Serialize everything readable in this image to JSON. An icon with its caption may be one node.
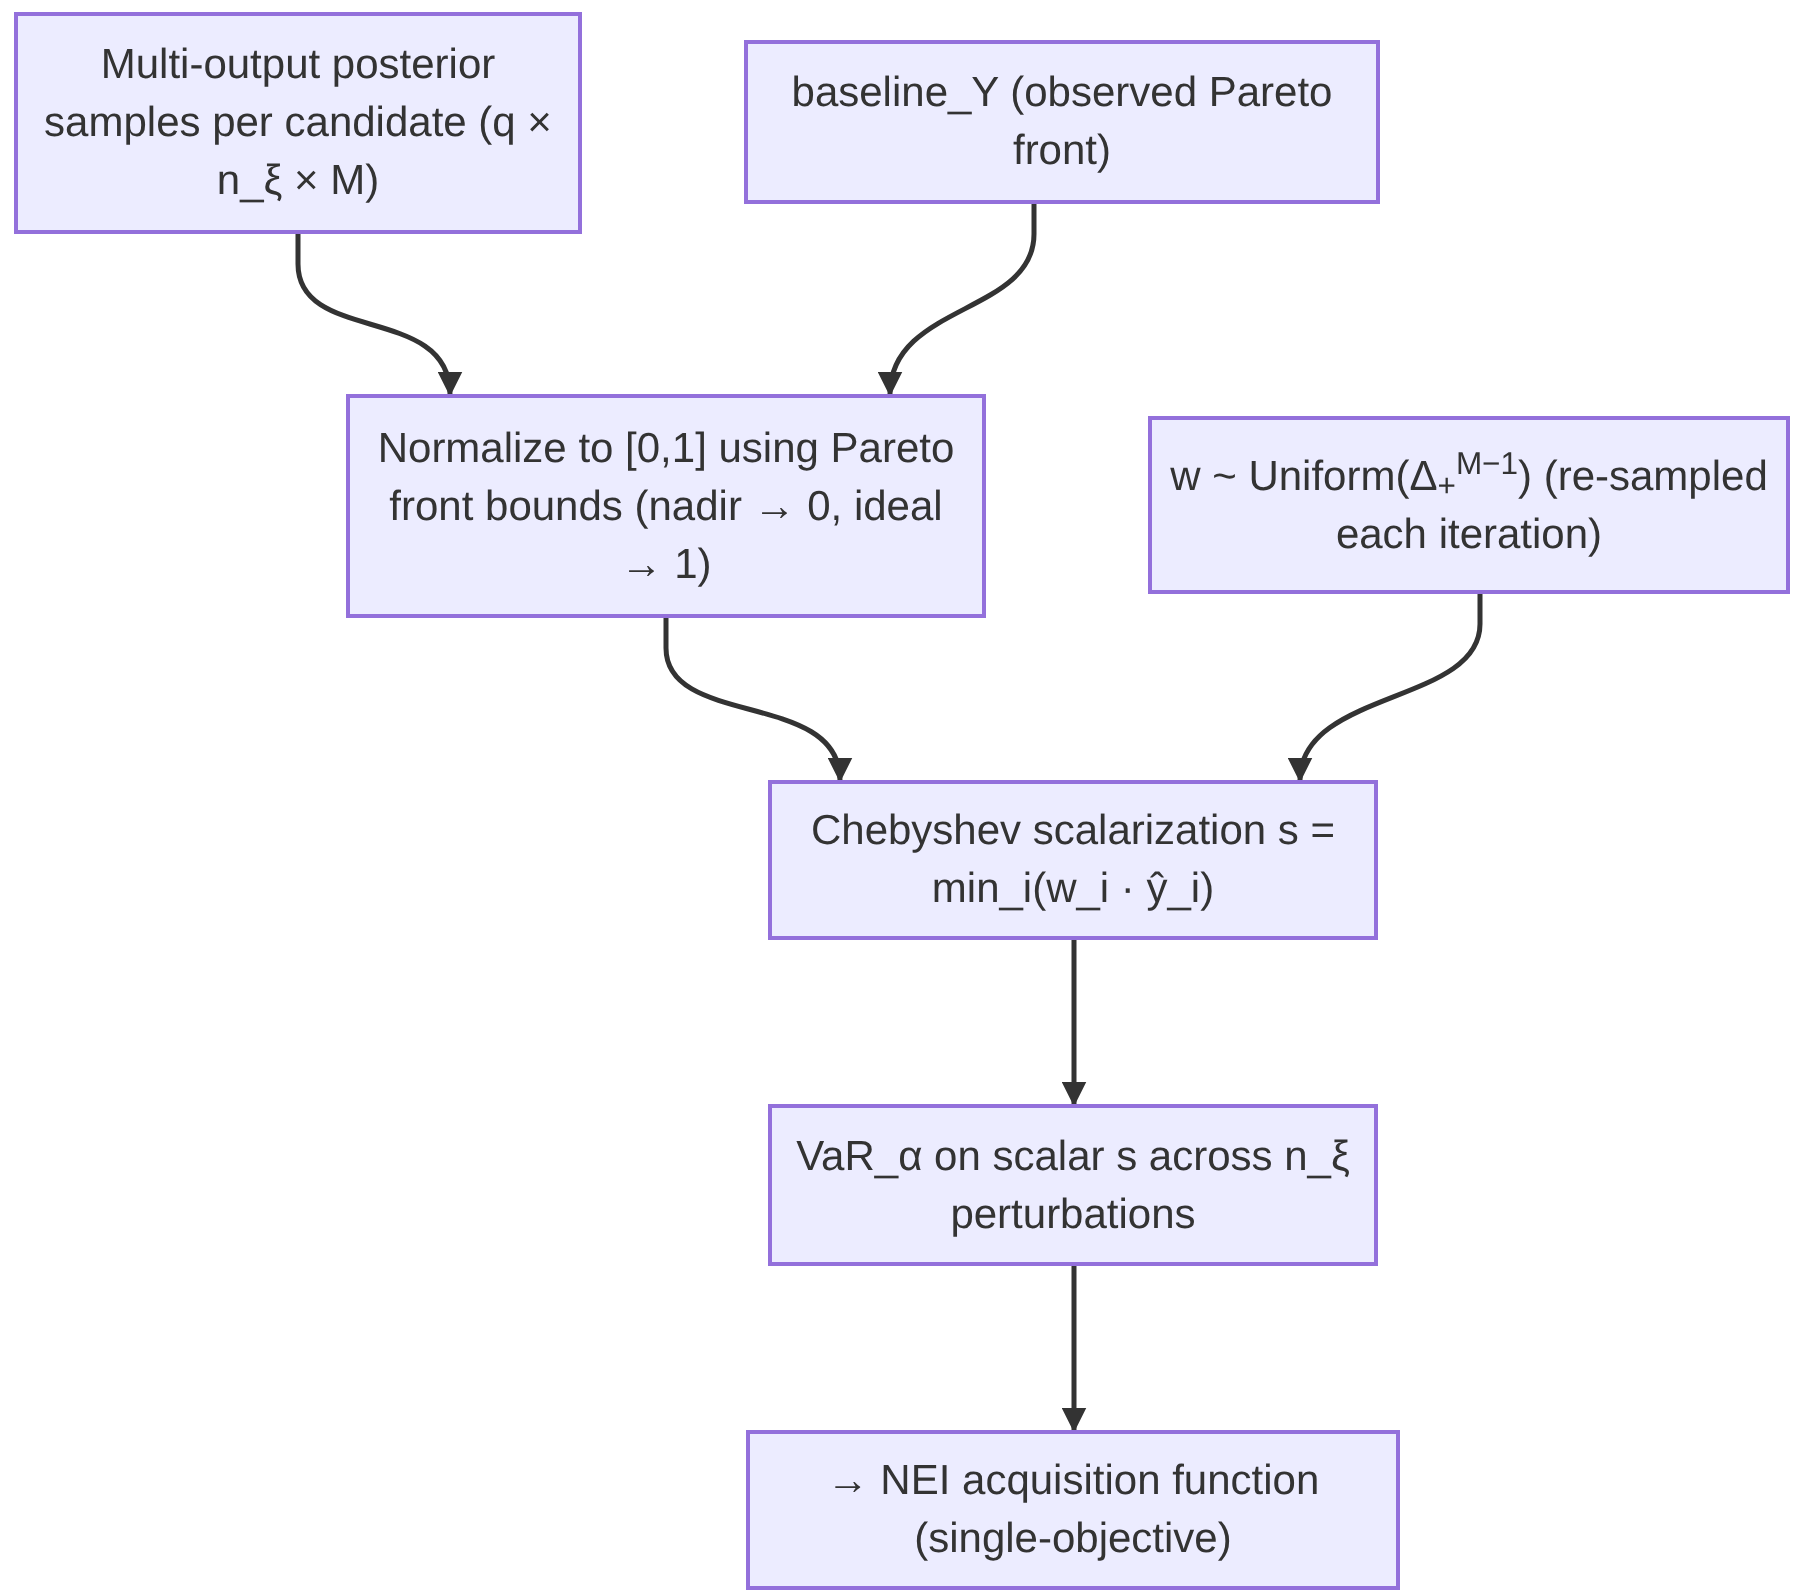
{
  "diagram": {
    "nodes": [
      {
        "text": [
          "Multi-output posterior samples per candidate (q × n_ξ × M)"
        ]
      },
      {
        "text": [
          "baseline_Y (observed Pareto front)"
        ]
      },
      {
        "text": [
          "Normalize to [0,1] using Pareto front bounds (nadir → 0, ideal → 1)"
        ]
      },
      {
        "text": [
          "w ~ Uniform(Δ$_{+}$$^{M−1}$) (re-sampled each iteration)"
        ]
      },
      {
        "text": [
          "Chebyshev scalarization s = min_i(w_i · ŷ_i)"
        ]
      },
      {
        "text": [
          "VaR_α on scalar s across n_ξ perturbations"
        ]
      },
      {
        "text": [
          "→ NEI acquisition function (single-objective)"
        ]
      }
    ],
    "edges": [
      {
        "from": 0,
        "to": 2,
        "arrow": "to"
      },
      {
        "from": 1,
        "to": 2,
        "arrow": "to"
      },
      {
        "from": 2,
        "to": 4,
        "arrow": "to"
      },
      {
        "from": 3,
        "to": 4,
        "arrow": "to"
      },
      {
        "from": 4,
        "to": 5,
        "arrow": "to"
      },
      {
        "from": 5,
        "to": 6,
        "arrow": "to"
      }
    ]
  }
}
